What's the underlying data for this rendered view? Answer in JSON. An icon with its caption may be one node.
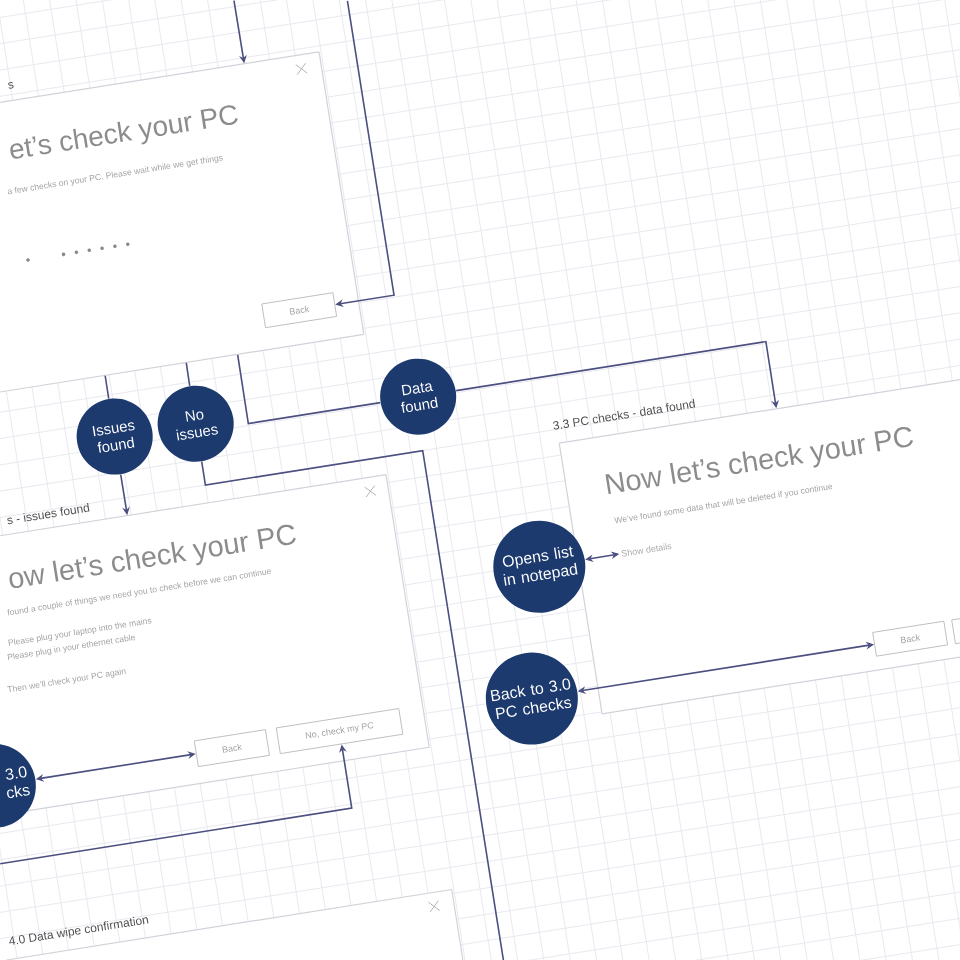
{
  "diagram": {
    "nodes": [
      {
        "text": [
          "s",
          "et’s check your PC",
          "a few checks on your PC. Please wait while we get things"
        ]
      },
      {
        "text": [
          "Back"
        ],
        "in": 0
      },
      {
        "text": [
          "Issues found"
        ]
      },
      {
        "text": [
          "No issues"
        ]
      },
      {
        "text": [
          "Data found"
        ]
      },
      {
        "text": [
          "3.3 PC checks - data found",
          "Now let’s check your PC",
          "We’ve found some data that will be deleted if you continue"
        ]
      },
      {
        "text": [
          "Show details"
        ],
        "in": 5
      },
      {
        "text": [
          "Back"
        ],
        "in": 5
      },
      {
        "text": [],
        "shape": "box",
        "in": 5
      },
      {
        "text": [
          "s - issues found",
          "ow let’s check your PC",
          "found a couple of things we need you to check before we can continue",
          "Please plug your laptop into the mains",
          "Please plug in your ethernet cable",
          "Then we’ll check your PC again"
        ]
      },
      {
        "text": [
          "Back"
        ],
        "in": 9
      },
      {
        "text": [
          "No, check my PC"
        ],
        "in": 9
      },
      {
        "text": [
          "Opens list in notepad"
        ]
      },
      {
        "text": [
          "Back to 3.0 PC checks"
        ]
      },
      {
        "text": [
          "3.0 cks"
        ]
      },
      {
        "text": [
          "4.0 Data wipe confirmation"
        ]
      }
    ],
    "edges": [
      {
        "from": null,
        "to": 0,
        "arrow": "to"
      },
      {
        "from": null,
        "to": 1,
        "arrow": "to"
      },
      {
        "from": 0,
        "to": 2,
        "arrow": "none"
      },
      {
        "from": 0,
        "to": 3,
        "arrow": "none"
      },
      {
        "from": 0,
        "to": 4,
        "arrow": "none"
      },
      {
        "from": 2,
        "to": 9,
        "arrow": "to"
      },
      {
        "from": 3,
        "to": null,
        "arrow": "none"
      },
      {
        "from": 4,
        "to": 5,
        "arrow": "to"
      },
      {
        "from": 6,
        "to": 12,
        "arrow": "both"
      },
      {
        "from": 7,
        "to": 13,
        "arrow": "both"
      },
      {
        "from": 10,
        "to": 14,
        "arrow": "both"
      },
      {
        "from": null,
        "to": 11,
        "arrow": "to"
      }
    ]
  }
}
